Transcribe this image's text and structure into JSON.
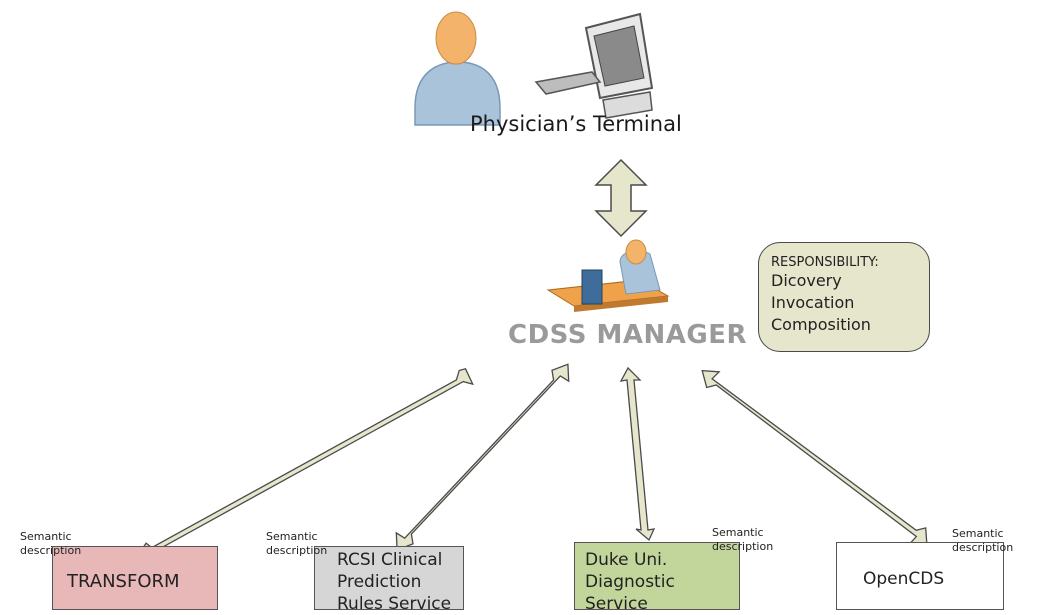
{
  "terminal": {
    "label": "Physician’s Terminal"
  },
  "manager": {
    "label": "CDSS MANAGER"
  },
  "responsibility": {
    "title": "RESPONSIBILITY:",
    "items": [
      "Dicovery",
      "Invocation",
      "Composition"
    ]
  },
  "services": [
    {
      "name": "TRANSFORM",
      "semantic": "Semantic\ndescription",
      "fill": "#e8b8b8"
    },
    {
      "name": "RCSI Clinical\nPrediction\nRules Service",
      "semantic": "Semantic\ndescription",
      "fill": "#d6d6d6"
    },
    {
      "name": "Duke Uni.\nDiagnostic\nService",
      "semantic": "Semantic\ndescription",
      "fill": "#c2d69b"
    },
    {
      "name": "OpenCDS",
      "semantic": "Semantic\ndescription",
      "fill": "#ffffff"
    }
  ],
  "colors": {
    "arrow_fill": "#e6e6cc",
    "arrow_stroke": "#4a4a4a"
  }
}
